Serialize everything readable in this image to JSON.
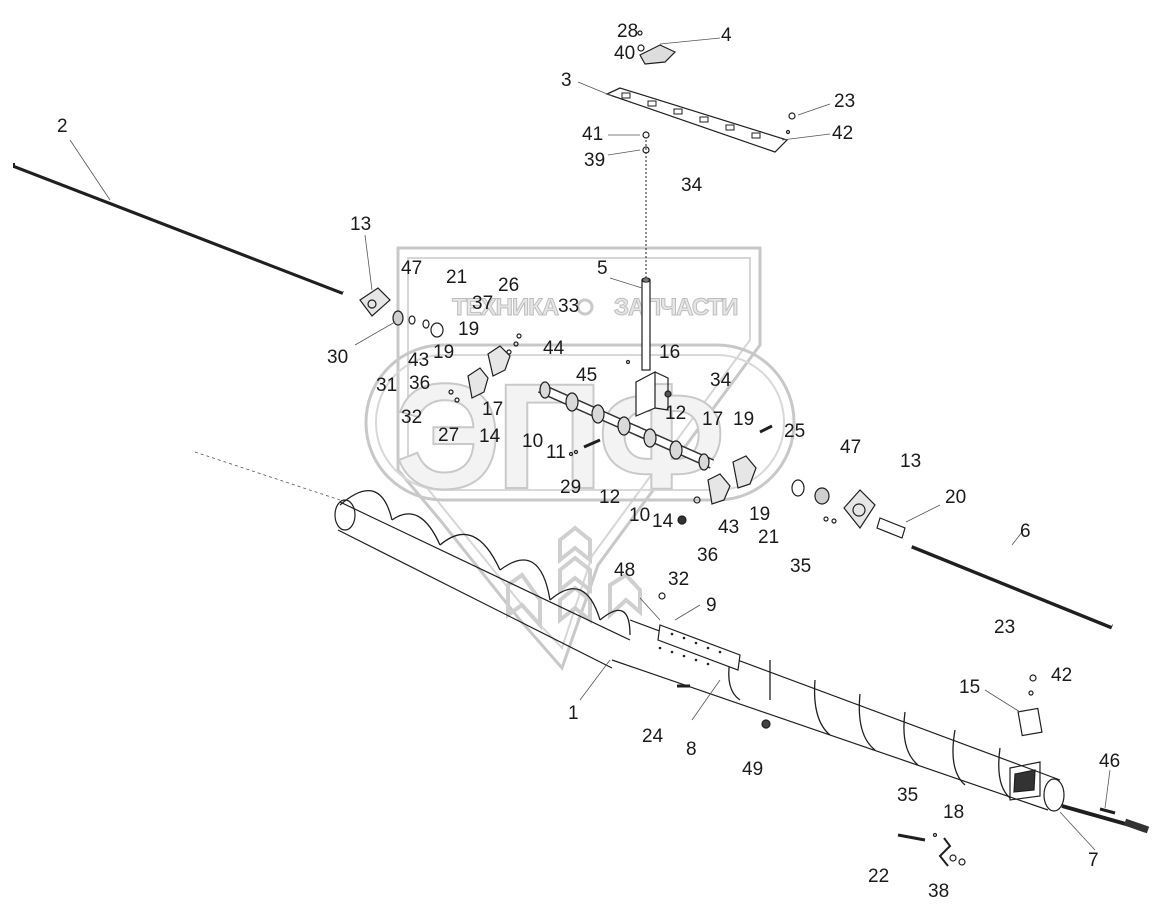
{
  "watermark": {
    "brand_left": "ТЕХНИКА",
    "brand_right": "ЗАПЧАСТИ",
    "logo_letters": "ЭПФ"
  },
  "callouts": [
    {
      "id": "c28",
      "text": "28"
    },
    {
      "id": "c40",
      "text": "40"
    },
    {
      "id": "c4",
      "text": "4"
    },
    {
      "id": "c3",
      "text": "3"
    },
    {
      "id": "c23a",
      "text": "23"
    },
    {
      "id": "c42a",
      "text": "42"
    },
    {
      "id": "c41",
      "text": "41"
    },
    {
      "id": "c39",
      "text": "39"
    },
    {
      "id": "c34a",
      "text": "34"
    },
    {
      "id": "c2",
      "text": "2"
    },
    {
      "id": "c13a",
      "text": "13"
    },
    {
      "id": "c47a",
      "text": "47"
    },
    {
      "id": "c21a",
      "text": "21"
    },
    {
      "id": "c5",
      "text": "5"
    },
    {
      "id": "c26",
      "text": "26"
    },
    {
      "id": "c37",
      "text": "37"
    },
    {
      "id": "c33",
      "text": "33"
    },
    {
      "id": "c19a",
      "text": "19"
    },
    {
      "id": "c30",
      "text": "30"
    },
    {
      "id": "c19b",
      "text": "19"
    },
    {
      "id": "c44",
      "text": "44"
    },
    {
      "id": "c16",
      "text": "16"
    },
    {
      "id": "c43a",
      "text": "43"
    },
    {
      "id": "c45",
      "text": "45"
    },
    {
      "id": "c31",
      "text": "31"
    },
    {
      "id": "c36a",
      "text": "36"
    },
    {
      "id": "c34b",
      "text": "34"
    },
    {
      "id": "c32a",
      "text": "32"
    },
    {
      "id": "c17a",
      "text": "17"
    },
    {
      "id": "c12a",
      "text": "12"
    },
    {
      "id": "c17b",
      "text": "17"
    },
    {
      "id": "c19c",
      "text": "19"
    },
    {
      "id": "c27",
      "text": "27"
    },
    {
      "id": "c14a",
      "text": "14"
    },
    {
      "id": "c25",
      "text": "25"
    },
    {
      "id": "c10a",
      "text": "10"
    },
    {
      "id": "c11",
      "text": "11"
    },
    {
      "id": "c47b",
      "text": "47"
    },
    {
      "id": "c13b",
      "text": "13"
    },
    {
      "id": "c29",
      "text": "29"
    },
    {
      "id": "c12b",
      "text": "12"
    },
    {
      "id": "c20",
      "text": "20"
    },
    {
      "id": "c10b",
      "text": "10"
    },
    {
      "id": "c14b",
      "text": "14"
    },
    {
      "id": "c19d",
      "text": "19"
    },
    {
      "id": "c43b",
      "text": "43"
    },
    {
      "id": "c21b",
      "text": "21"
    },
    {
      "id": "c6",
      "text": "6"
    },
    {
      "id": "c36b",
      "text": "36"
    },
    {
      "id": "c35a",
      "text": "35"
    },
    {
      "id": "c48",
      "text": "48"
    },
    {
      "id": "c32b",
      "text": "32"
    },
    {
      "id": "c9",
      "text": "9"
    },
    {
      "id": "c23b",
      "text": "23"
    },
    {
      "id": "c42b",
      "text": "42"
    },
    {
      "id": "c15",
      "text": "15"
    },
    {
      "id": "c1",
      "text": "1"
    },
    {
      "id": "c24",
      "text": "24"
    },
    {
      "id": "c8",
      "text": "8"
    },
    {
      "id": "c49",
      "text": "49"
    },
    {
      "id": "c46",
      "text": "46"
    },
    {
      "id": "c35b",
      "text": "35"
    },
    {
      "id": "c18",
      "text": "18"
    },
    {
      "id": "c7",
      "text": "7"
    },
    {
      "id": "c22",
      "text": "22"
    },
    {
      "id": "c38",
      "text": "38"
    }
  ]
}
